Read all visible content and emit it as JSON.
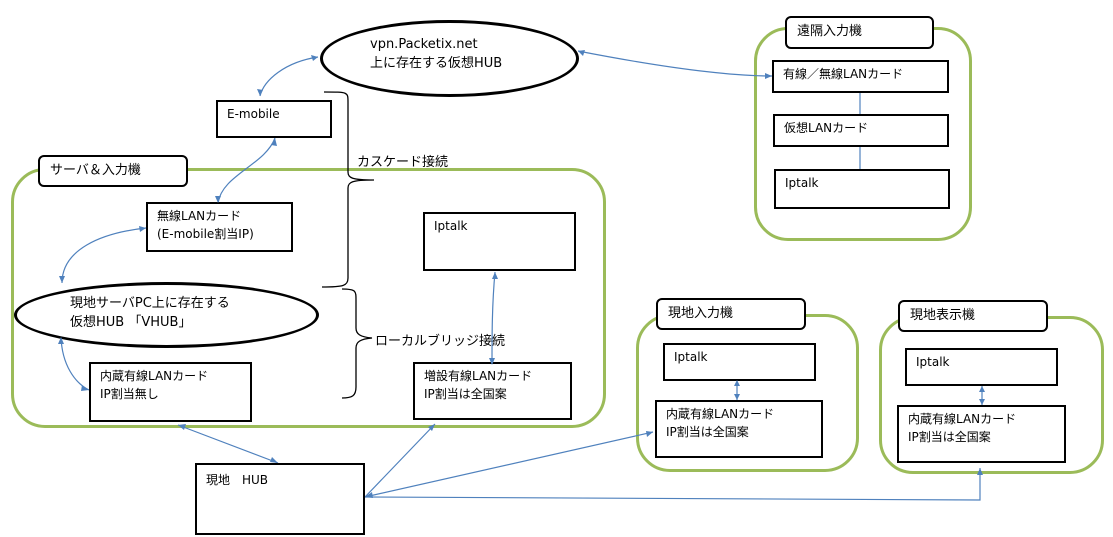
{
  "vpn_hub": {
    "line1": "vpn.Packetix.net",
    "line2": "上に存在する仮想HUB"
  },
  "emobile": {
    "label": "E-mobile"
  },
  "server": {
    "title": "サーバ＆入力機",
    "wireless_card": {
      "line1": "無線LANカード",
      "line2": "(E-mobile割当IP)"
    },
    "vhub": {
      "line1": "現地サーバPC上に存在する",
      "line2": "仮想HUB 「VHUB」"
    },
    "builtin_card": {
      "line1": "内蔵有線LANカード",
      "line2": "IP割当無し"
    },
    "iptalk": {
      "label": "Iptalk"
    },
    "added_card": {
      "line1": "増設有線LANカード",
      "line2": "IP割当は全国案"
    }
  },
  "cascade_label": "カスケード接続",
  "local_bridge_label": "ローカルブリッジ接続",
  "remote_input": {
    "title": "遠隔入力機",
    "card": {
      "label": "有線／無線LANカード"
    },
    "virtual_card": {
      "label": "仮想LANカード"
    },
    "iptalk": {
      "label": "Iptalk"
    }
  },
  "local_input": {
    "title": "現地入力機",
    "iptalk": {
      "label": "Iptalk"
    },
    "card": {
      "line1": "内蔵有線LANカード",
      "line2": "IP割当は全国案"
    }
  },
  "local_display": {
    "title": "現地表示機",
    "iptalk": {
      "label": "Iptalk"
    },
    "card": {
      "line1": "内蔵有線LANカード",
      "line2": "IP割当は全国案"
    }
  },
  "local_hub": {
    "label": "現地　HUB"
  },
  "colors": {
    "group_border": "#9bbb59",
    "connector": "#4f81bd",
    "box_border": "#000000"
  }
}
